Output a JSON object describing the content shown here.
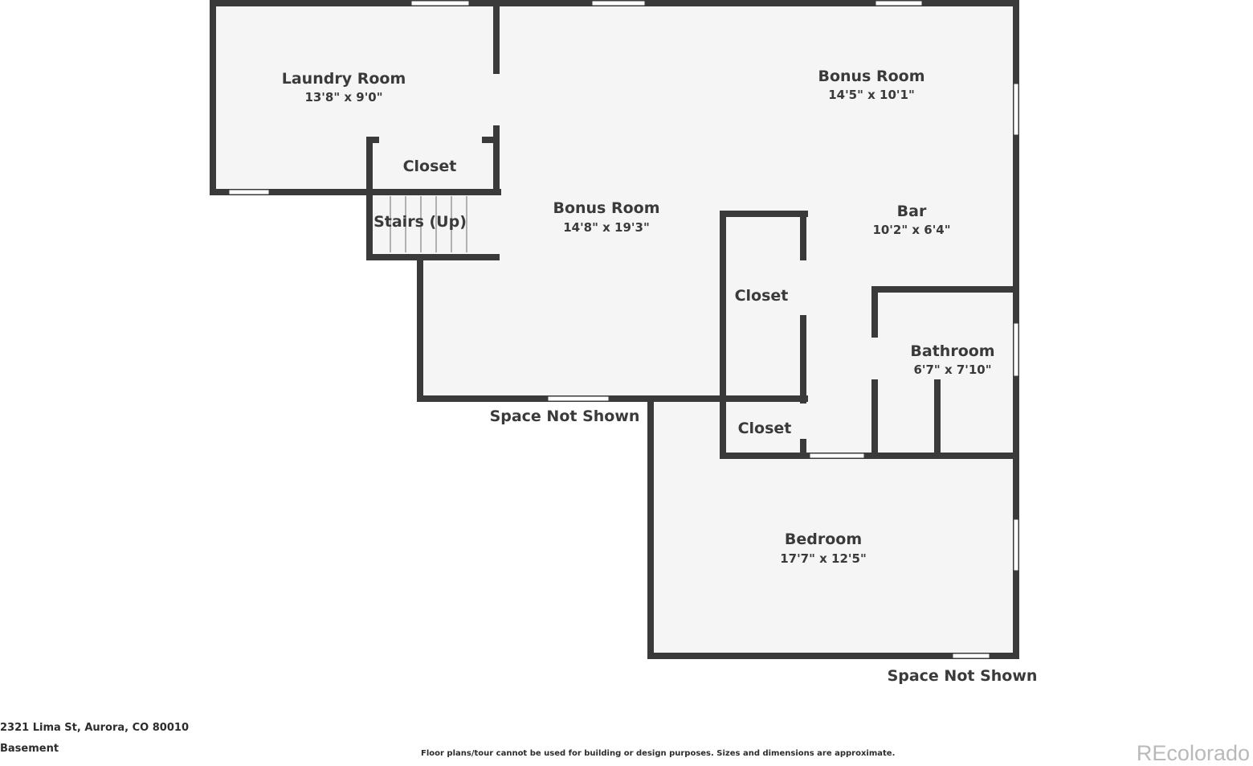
{
  "colors": {
    "wall": "#3a3a3a",
    "floor": "#f5f5f5",
    "opening": "#ffffff",
    "text": "#3a3a3a",
    "brand": "#b9b9b9"
  },
  "rooms": {
    "laundry": {
      "name": "Laundry Room",
      "dims": "13'8\" x 9'0\""
    },
    "bonus_top": {
      "name": "Bonus Room",
      "dims": "14'5\" x 10'1\""
    },
    "bonus_main": {
      "name": "Bonus Room",
      "dims": "14'8\" x 19'3\""
    },
    "bar": {
      "name": "Bar",
      "dims": "10'2\" x 6'4\""
    },
    "bathroom": {
      "name": "Bathroom",
      "dims": "6'7\" x 7'10\""
    },
    "bedroom": {
      "name": "Bedroom",
      "dims": "17'7\" x 12'5\""
    },
    "closet_laundry": {
      "name": "Closet"
    },
    "closet_mid": {
      "name": "Closet"
    },
    "closet_small": {
      "name": "Closet"
    },
    "stairs": {
      "name": "Stairs (Up)"
    }
  },
  "notes": {
    "space1": "Space Not Shown",
    "space2": "Space Not Shown"
  },
  "footer": {
    "address": "2321 Lima St, Aurora, CO 80010",
    "level": "Basement",
    "disclaimer": "Floor plans/tour cannot be used for building or design purposes. Sizes and dimensions are approximate.",
    "brand": "REcolorado"
  }
}
